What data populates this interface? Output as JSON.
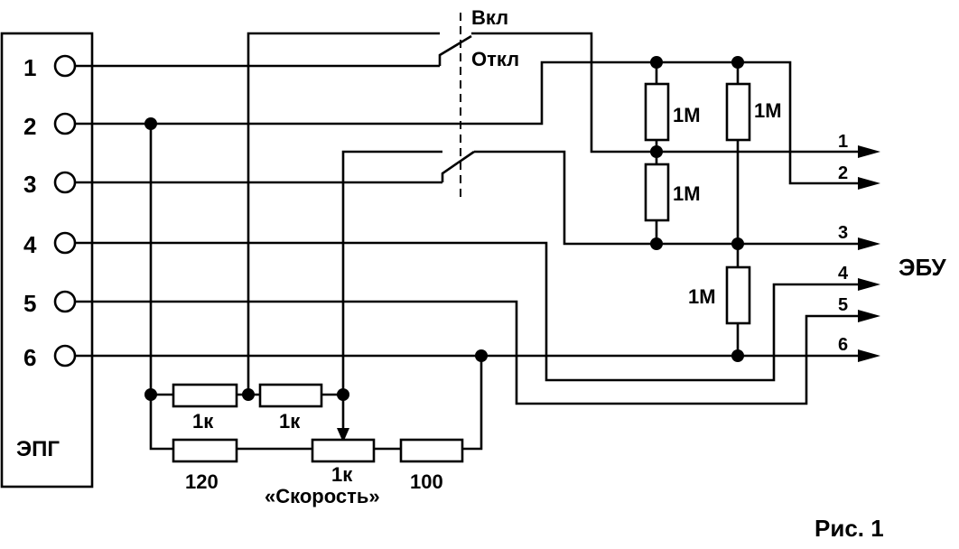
{
  "epg": {
    "name": "ЭПГ",
    "pins": [
      "1",
      "2",
      "3",
      "4",
      "5",
      "6"
    ]
  },
  "switch": {
    "on_label": "Вкл",
    "off_label": "Откл"
  },
  "resistors": {
    "divider_top_left": "1М",
    "divider_mid_left": "1М",
    "divider_top_right": "1М",
    "divider_bottom_right": "1М",
    "bottom_1k_left": "1к",
    "bottom_1k_right": "1к",
    "r120": "120",
    "pot_value": "1к",
    "pot_name": "«Скорость»",
    "r100": "100"
  },
  "ecu": {
    "name": "ЭБУ",
    "outputs": [
      "1",
      "2",
      "3",
      "4",
      "5",
      "6"
    ]
  },
  "caption": "Рис. 1"
}
